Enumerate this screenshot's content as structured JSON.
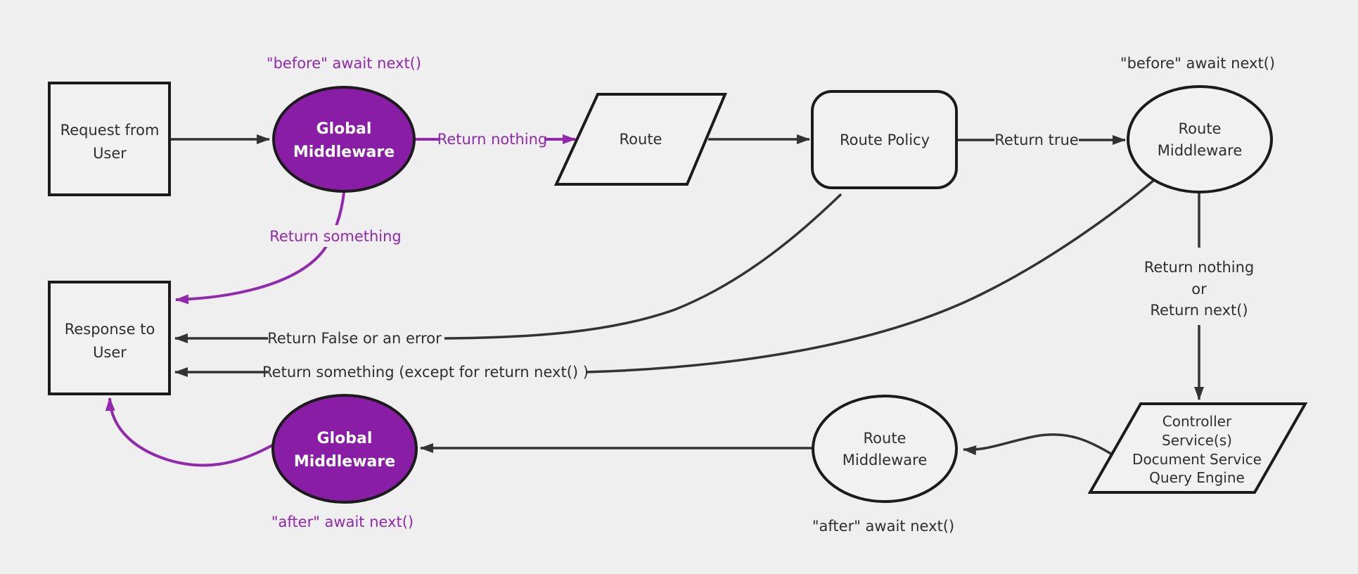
{
  "diagram": {
    "background": "#efefef",
    "colors": {
      "purple_fill": "#891da5",
      "purple_line": "#9128ae",
      "node_fill": "#f1f1f1",
      "node_border": "#1b1b1b",
      "arrow": "#333333",
      "text": "#2e2e2e",
      "node_text_on_purple": "#ffffff"
    },
    "nodes": {
      "request": {
        "line1": "Request from",
        "line2": "User"
      },
      "global_middleware_top": {
        "line1": "Global",
        "line2": "Middleware"
      },
      "route": {
        "label": "Route"
      },
      "route_policy": {
        "label": "Route Policy"
      },
      "route_middleware_top": {
        "line1": "Route",
        "line2": "Middleware"
      },
      "controller_block": {
        "line1": "Controller",
        "line2": "Service(s)",
        "line3": "Document Service",
        "line4": "Query Engine"
      },
      "route_middleware_bottom": {
        "line1": "Route",
        "line2": "Middleware"
      },
      "global_middleware_bottom": {
        "line1": "Global",
        "line2": "Middleware"
      },
      "response": {
        "line1": "Response to",
        "line2": "User"
      }
    },
    "edge_labels": {
      "before_await_left": "\"before\" await next()",
      "return_nothing": "Return nothing",
      "return_true": "Return true",
      "before_await_right": "\"before\" await next()",
      "return_nothing_or_line1": "Return nothing",
      "return_nothing_or_line2": "or",
      "return_nothing_or_line3": "Return next()",
      "return_something": "Return something",
      "return_false_or_error": "Return False or an error",
      "return_something_except": "Return something (except for return next() )",
      "after_await_middle": "\"after\" await next()",
      "after_await_left": "\"after\" await next()"
    }
  }
}
